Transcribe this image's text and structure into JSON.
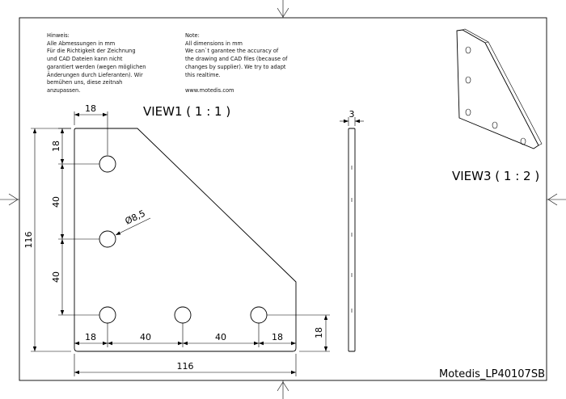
{
  "notes": {
    "german": [
      "Hinweis:",
      "Alle Abmessungen in mm",
      "Für die Richtigkeit der Zeichnung",
      "und CAD Dateien kann nicht",
      "garantiert werden (wegen möglichen",
      "Änderungen durch Lieferanten). Wir",
      "bemühen uns, diese zeitnah",
      "anzupassen."
    ],
    "english": [
      "Note:",
      "All dimensions in mm",
      "We can`t garantee the accuracy of",
      "the drawing and CAD files (because of",
      "changes by supplier). We try to adapt",
      "this realtime.",
      "",
      "www.motedis.com"
    ]
  },
  "views": {
    "view1": "VIEW1 ( 1 : 1 )",
    "view3": "VIEW3 ( 1 : 2 )"
  },
  "dimensions": {
    "top_width": "18",
    "left_top": "18",
    "left_mid1": "40",
    "left_mid2": "40",
    "overall_height": "116",
    "hole_diameter": "Ø8,5",
    "bottom_left": "18",
    "bottom_mid1": "40",
    "bottom_mid2": "40",
    "bottom_right": "18",
    "right_height": "18",
    "overall_width": "116",
    "thickness": "3"
  },
  "title_block": {
    "part_code": "Motedis_LP40107SB"
  }
}
